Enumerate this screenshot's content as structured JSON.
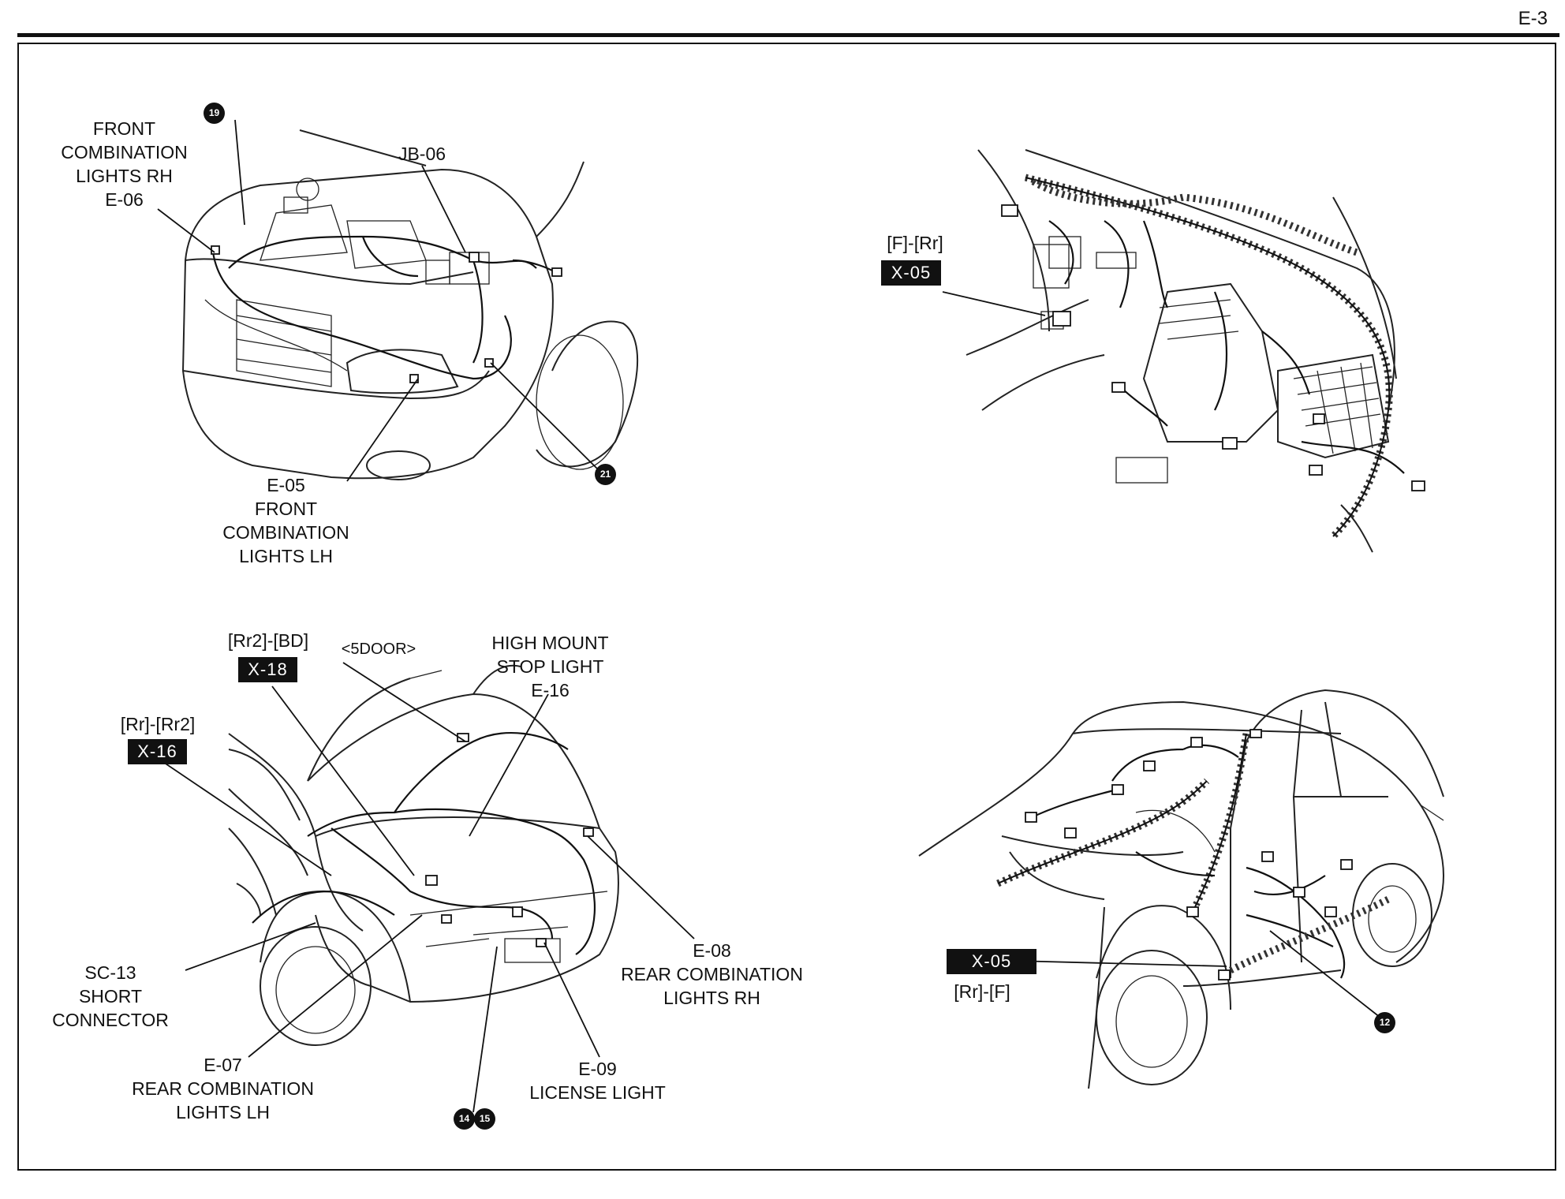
{
  "page": {
    "number": "E-3"
  },
  "panels": {
    "engine_bay": {
      "labels": {
        "front_comb_rh": [
          "FRONT",
          "COMBINATION",
          "LIGHTS RH",
          "E-06"
        ],
        "jb06": "JB-06",
        "front_comb_lh": [
          "E-05",
          "FRONT",
          "COMBINATION",
          "LIGHTS LH"
        ]
      },
      "badges": {
        "b19": "19",
        "b21": "21"
      }
    },
    "dash": {
      "label_top": "[F]-[Rr]",
      "code": "X-05"
    },
    "rear": {
      "x18_label": "[Rr2]-[BD]",
      "x18_code": "X-18",
      "variant": "<5DOOR>",
      "high_mount": [
        "HIGH MOUNT",
        "STOP LIGHT",
        "E-16"
      ],
      "x16_label": "[Rr]-[Rr2]",
      "x16_code": "X-16",
      "sc13": [
        "SC-13",
        "SHORT",
        "CONNECTOR"
      ],
      "e08": [
        "E-08",
        "REAR COMBINATION",
        "LIGHTS RH"
      ],
      "e07": [
        "E-07",
        "REAR COMBINATION",
        "LIGHTS LH"
      ],
      "e09": [
        "E-09",
        "LICENSE LIGHT"
      ],
      "badges": {
        "b14": "14",
        "b15": "15"
      }
    },
    "side": {
      "code": "X-05",
      "label_bottom": "[Rr]-[F]",
      "badges": {
        "b12": "12"
      }
    }
  }
}
